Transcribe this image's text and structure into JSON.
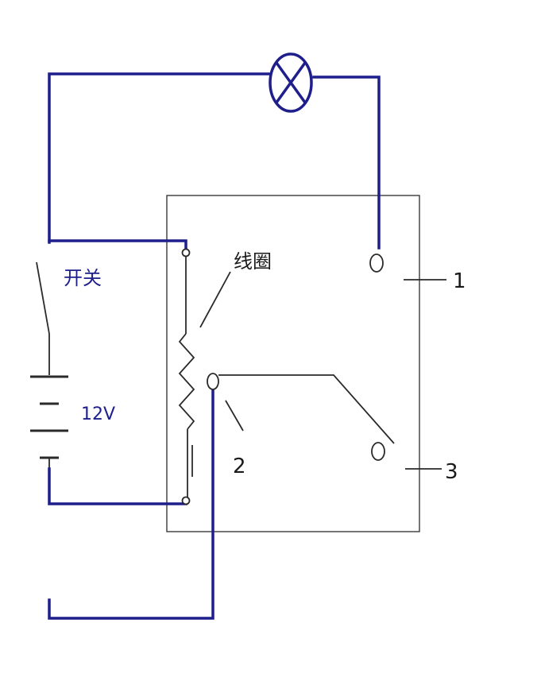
{
  "labels": {
    "coil": "线圈",
    "switch": "开关",
    "voltage": "12V",
    "terminal_1": "1",
    "terminal_2": "2",
    "terminal_3": "3"
  },
  "colors": {
    "wire": "#1e1e8c",
    "component": "#2a2a2a",
    "background": "#ffffff"
  }
}
